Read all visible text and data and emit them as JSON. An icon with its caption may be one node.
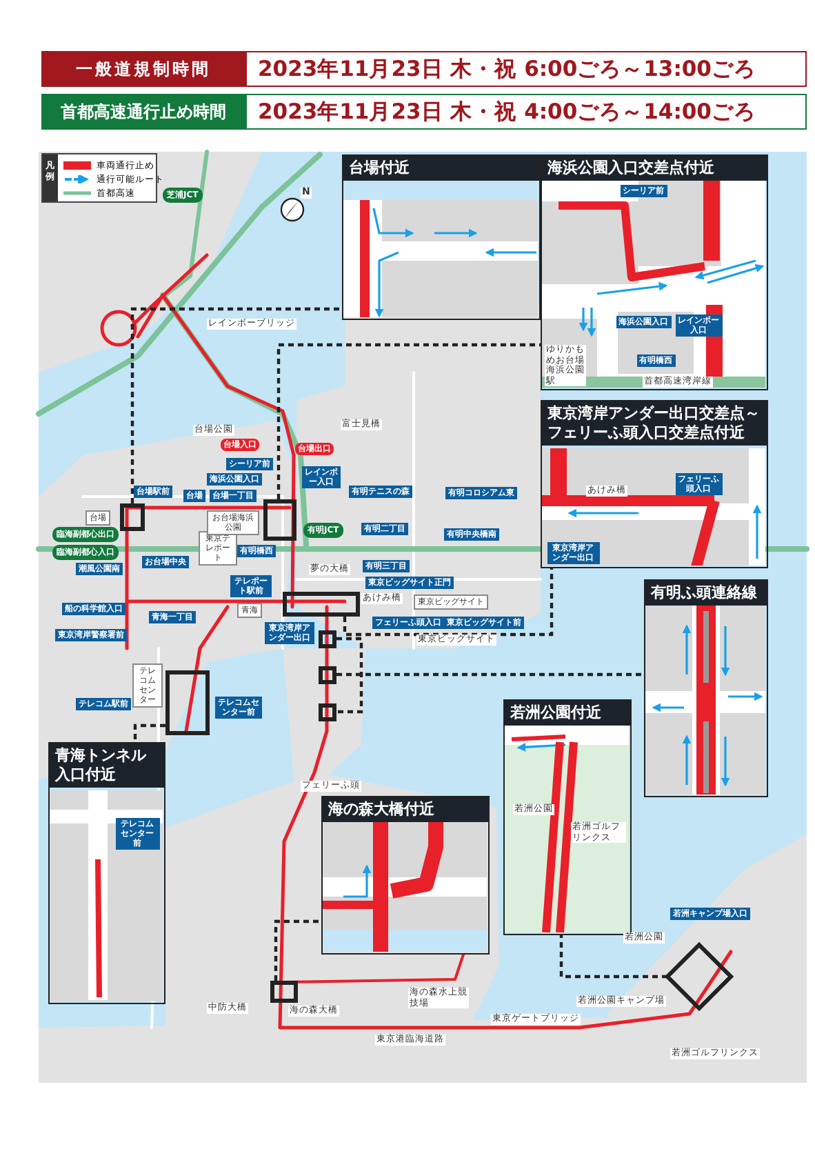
{
  "diagram": {
    "nodes": [
      {
        "text": [
          "一般道規制時間"
        ]
      },
      {
        "text": [
          "2023年11月23日 木・祝 6:00ごろ～13:00ごろ"
        ]
      },
      {
        "text": [
          "首都高速通行止め時間"
        ]
      },
      {
        "text": [
          "2023年11月23日 木・祝 4:00ごろ～14:00ごろ"
        ]
      },
      {
        "text": [
          "台場付近"
        ]
      },
      {
        "text": [
          "海浜公園入口交差点付近"
        ]
      },
      {
        "text": [
          "シーリア前"
        ],
        "in": 5
      },
      {
        "text": [
          "海浜公園入口"
        ],
        "in": 5
      },
      {
        "text": [
          "レインボー入口"
        ],
        "in": 5
      },
      {
        "text": [
          "有明橋西"
        ],
        "in": 5
      },
      {
        "text": [
          "東京湾岸アンダー出口交差点～フェリーふ頭入口交差点付近"
        ]
      },
      {
        "text": [
          "フェリーふ頭入口"
        ],
        "in": 10
      },
      {
        "text": [
          "東京湾岸アンダー出口"
        ],
        "in": 10
      },
      {
        "text": [
          "有明ふ頭連絡線"
        ]
      },
      {
        "text": [
          "若洲公園付近"
        ]
      },
      {
        "text": [
          "海の森大橋付近"
        ]
      },
      {
        "text": [
          "青海トンネル入口付近"
        ]
      },
      {
        "text": [
          "テレコムセンター前"
        ],
        "in": 16
      },
      {
        "text": [
          "芝浦JCT"
        ]
      },
      {
        "text": [
          "台場入口"
        ]
      },
      {
        "text": [
          "台場出口"
        ]
      },
      {
        "text": [
          "シーリア前"
        ]
      },
      {
        "text": [
          "海浜公園入口"
        ]
      },
      {
        "text": [
          "レインボー入口"
        ]
      },
      {
        "text": [
          "有明テニスの森"
        ]
      },
      {
        "text": [
          "台場駅前"
        ]
      },
      {
        "text": [
          "台場"
        ]
      },
      {
        "text": [
          "台場一丁目"
        ]
      },
      {
        "text": [
          "有明コロシアム東"
        ]
      },
      {
        "text": [
          "臨海副都心出口"
        ]
      },
      {
        "text": [
          "臨海副都心入口"
        ]
      },
      {
        "text": [
          "有明JCT"
        ]
      },
      {
        "text": [
          "有明二丁目"
        ]
      },
      {
        "text": [
          "有明中央橋南"
        ]
      },
      {
        "text": [
          "お台場中央"
        ]
      },
      {
        "text": [
          "潮風公園南"
        ]
      },
      {
        "text": [
          "有明橋西"
        ]
      },
      {
        "text": [
          "テレポート駅前"
        ]
      },
      {
        "text": [
          "有明三丁目"
        ]
      },
      {
        "text": [
          "東京ビッグサイト正門"
        ]
      },
      {
        "text": [
          "船の科学館入口"
        ]
      },
      {
        "text": [
          "青海一丁目"
        ]
      },
      {
        "text": [
          "フェリーふ頭入口"
        ]
      },
      {
        "text": [
          "東京ビッグサイト前"
        ]
      },
      {
        "text": [
          "東京湾岸警察署前"
        ]
      },
      {
        "text": [
          "東京湾岸アンダー出口"
        ]
      },
      {
        "text": [
          "テレコム駅前"
        ]
      },
      {
        "text": [
          "テレコムセンター前"
        ]
      },
      {
        "text": [
          "若洲キャンプ場入口"
        ]
      },
      {
        "text": [
          "東京テレポート"
        ]
      },
      {
        "text": [
          "青海"
        ]
      },
      {
        "text": [
          "東京ビッグサイト"
        ]
      },
      {
        "text": [
          "テレコムセンター"
        ]
      },
      {
        "text": [
          "台場"
        ]
      },
      {
        "text": [
          "お台場海浜公園"
        ]
      },
      {
        "text": [],
        "shape": "box"
      },
      {
        "text": [],
        "shape": "box"
      },
      {
        "text": [],
        "shape": "box"
      },
      {
        "text": [],
        "shape": "box"
      },
      {
        "text": [],
        "shape": "box"
      },
      {
        "text": [],
        "shape": "box"
      },
      {
        "text": [],
        "shape": "box"
      },
      {
        "text": [],
        "shape": "box"
      },
      {
        "text": [],
        "shape": "diamond"
      }
    ],
    "edges": [
      {
        "from": 55,
        "to": 4,
        "arrow": "none"
      },
      {
        "from": 56,
        "to": 5,
        "arrow": "none"
      },
      {
        "from": 57,
        "to": 10,
        "arrow": "none"
      },
      {
        "from": 59,
        "to": 13,
        "arrow": "none"
      },
      {
        "from": 58,
        "to": 60,
        "arrow": "none"
      },
      {
        "from": 61,
        "to": 16,
        "arrow": "none"
      },
      {
        "from": 62,
        "to": 15,
        "arrow": "none"
      },
      {
        "from": 63,
        "to": 14,
        "arrow": "none"
      }
    ],
    "labels": [
      "凡例",
      "N",
      "レインボーブリッジ",
      "台場公園",
      "富士見橋",
      "夢の大橋",
      "あけみ橋",
      "フェリーふ頭",
      "海の森大橋",
      "東京港臨海道路",
      "東京ゲートブリッジ",
      "中防大橋",
      "若洲公園",
      "若洲公園キャンプ場",
      "若洲ゴルフリンクス",
      "海の森水上競技場",
      "ゆりかもめお台場海浜公園駅",
      "首都高速湾岸線",
      "あけみ橋",
      "若洲公園",
      "若洲ゴルフリンクス",
      "東京ビッグサイト"
    ],
    "legend": [
      {
        "text": "車両通行止め",
        "color": "#e8202a"
      },
      {
        "text": "通行可能ルート"
      },
      {
        "text": "首都高速"
      }
    ]
  }
}
